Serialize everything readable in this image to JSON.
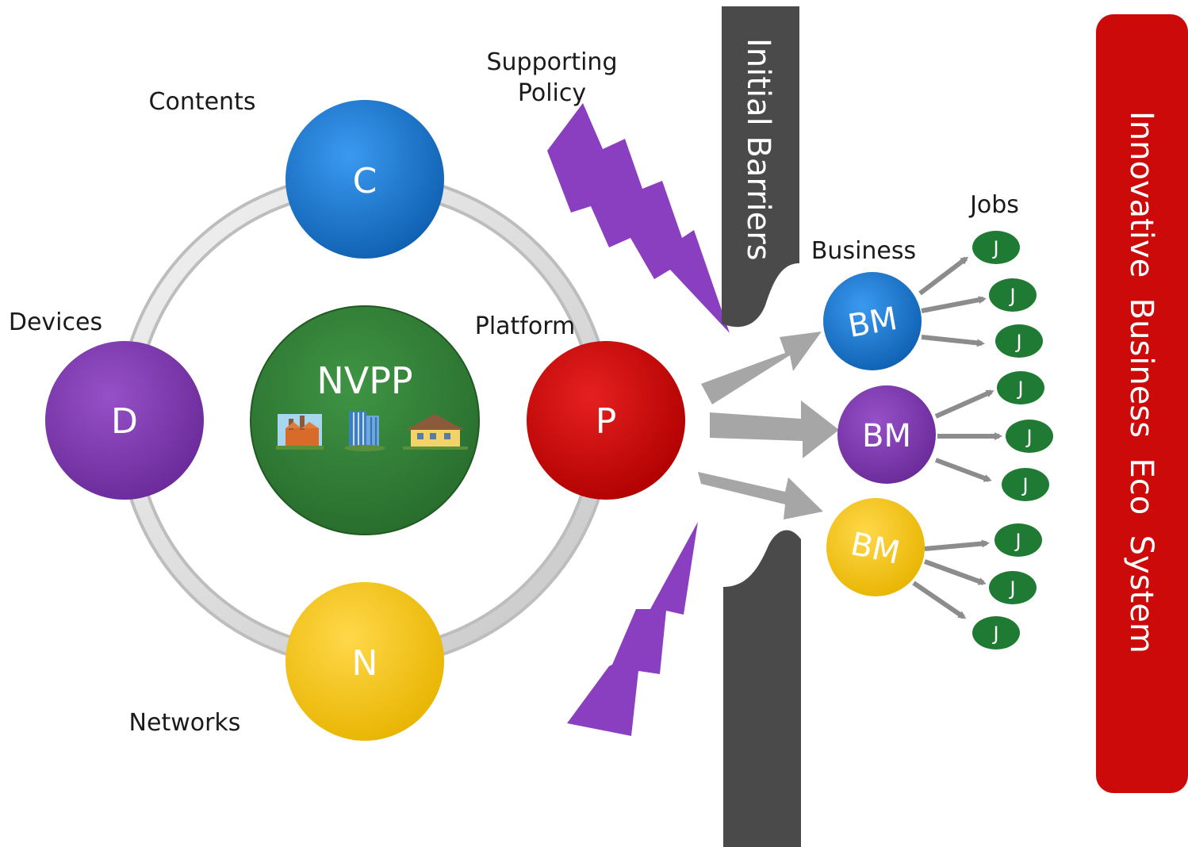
{
  "labels": {
    "contents": "Contents",
    "devices": "Devices",
    "platform": "Platform",
    "networks": "Networks",
    "supporting_line1": "Supporting",
    "supporting_line2": "Policy",
    "business": "Business",
    "jobs": "Jobs",
    "initial_barriers": "Initial Barriers",
    "eco_system": "Innovative  Business  Eco  System"
  },
  "circles": {
    "contents": {
      "letter": "C",
      "color": "#1a74c9"
    },
    "devices": {
      "letter": "D",
      "color": "#7a35a8"
    },
    "platform": {
      "letter": "P",
      "color": "#cc0a0a"
    },
    "networks": {
      "letter": "N",
      "color": "#f5c500"
    },
    "center": {
      "title": "NVPP",
      "color": "#2f7d34"
    }
  },
  "business_models": [
    {
      "label": "BM",
      "color": "#1a74c9"
    },
    {
      "label": "BM",
      "color": "#7a35a8"
    },
    {
      "label": "BM",
      "color": "#f5c500"
    }
  ],
  "job_label": "J",
  "colors": {
    "barrier": "#4a4a4a",
    "eco_bar": "#cc0a0a",
    "lightning": "#8a3fc0",
    "arrow": "#a6a6a6",
    "job": "#1f7a33",
    "ring": "#d9d9d9"
  }
}
